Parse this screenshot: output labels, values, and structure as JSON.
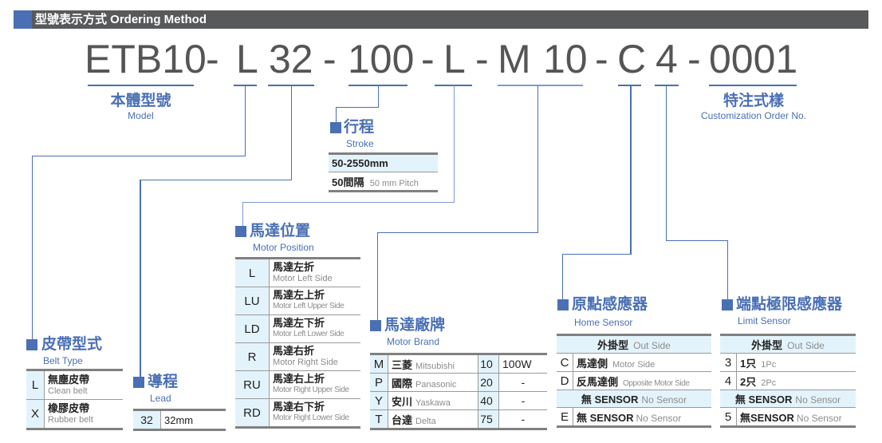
{
  "header": {
    "title": "型號表示方式 Ordering Method"
  },
  "code": {
    "parts": [
      "ETB10",
      "-",
      "L",
      "32",
      "-",
      "100",
      "-",
      "L",
      "-",
      "M",
      "10",
      "-",
      "C",
      "4",
      "-",
      "0001"
    ]
  },
  "model": {
    "zh": "本體型號",
    "en": "Model"
  },
  "custom": {
    "zh": "特注式樣",
    "en": "Customization Order No."
  },
  "stroke": {
    "zh": "行程",
    "en": "Stroke",
    "range": "50-2550mm",
    "pitch_zh": "50間隔",
    "pitch_en": "50 mm Pitch"
  },
  "motor_position": {
    "zh": "馬達位置",
    "en": "Motor Position",
    "rows": [
      {
        "key": "L",
        "zh": "馬達左折",
        "en": "Motor Left Side"
      },
      {
        "key": "LU",
        "zh": "馬達左上折",
        "en": "Motor Left Upper Side"
      },
      {
        "key": "LD",
        "zh": "馬達左下折",
        "en": "Motor Left Lower Side"
      },
      {
        "key": "R",
        "zh": "馬達右折",
        "en": "Motor Right Side"
      },
      {
        "key": "RU",
        "zh": "馬達右上折",
        "en": "Motor Right Upper Side"
      },
      {
        "key": "RD",
        "zh": "馬達右下折",
        "en": "Motor Right Lower Side"
      }
    ]
  },
  "belt_type": {
    "zh": "皮帶型式",
    "en": "Belt Type",
    "rows": [
      {
        "key": "L",
        "zh": "無塵皮帶",
        "en": "Clean belt"
      },
      {
        "key": "X",
        "zh": "橡膠皮帶",
        "en": "Rubber belt"
      }
    ]
  },
  "lead": {
    "zh": "導程",
    "en": "Lead",
    "rows": [
      {
        "key": "32",
        "value": "32mm"
      }
    ]
  },
  "motor_brand": {
    "zh": "馬達廠牌",
    "en": "Motor Brand",
    "rows": [
      {
        "key": "M",
        "zh": "三菱",
        "en": "Mitsubishi",
        "code": "10",
        "power": "100W"
      },
      {
        "key": "P",
        "zh": "國際",
        "en": "Panasonic",
        "code": "20",
        "power": "-"
      },
      {
        "key": "Y",
        "zh": "安川",
        "en": "Yaskawa",
        "code": "40",
        "power": "-"
      },
      {
        "key": "T",
        "zh": "台達",
        "en": "Delta",
        "code": "75",
        "power": "-"
      }
    ]
  },
  "home_sensor": {
    "zh": "原點感應器",
    "en": "Home Sensor",
    "group1_zh": "外掛型",
    "group1_en": "Out Side",
    "rows1": [
      {
        "key": "C",
        "zh": "馬達側",
        "en": "Motor Side"
      },
      {
        "key": "D",
        "zh": "反馬達側",
        "en": "Opposite Motor Side"
      }
    ],
    "group2_zh": "無 SENSOR",
    "group2_en": "No Sensor",
    "rows2": [
      {
        "key": "E",
        "zh": "無 SENSOR",
        "en": "No Sensor"
      }
    ]
  },
  "limit_sensor": {
    "zh": "端點極限感應器",
    "en": "Limit Sensor",
    "group1_zh": "外掛型",
    "group1_en": "Out Side",
    "rows1": [
      {
        "key": "3",
        "zh": "1只",
        "en": "1Pc"
      },
      {
        "key": "4",
        "zh": "2只",
        "en": "2Pc"
      }
    ],
    "group2_zh": "無 SENSOR",
    "group2_en": "No Sensor",
    "rows2": [
      {
        "key": "5",
        "zh": "無SENSOR",
        "en": "No Sensor"
      }
    ]
  },
  "colors": {
    "accent": "#4a6fb5",
    "header_bg": "#58595b",
    "cell_highlight": "#e3f3fb",
    "code_text": "#555555"
  }
}
